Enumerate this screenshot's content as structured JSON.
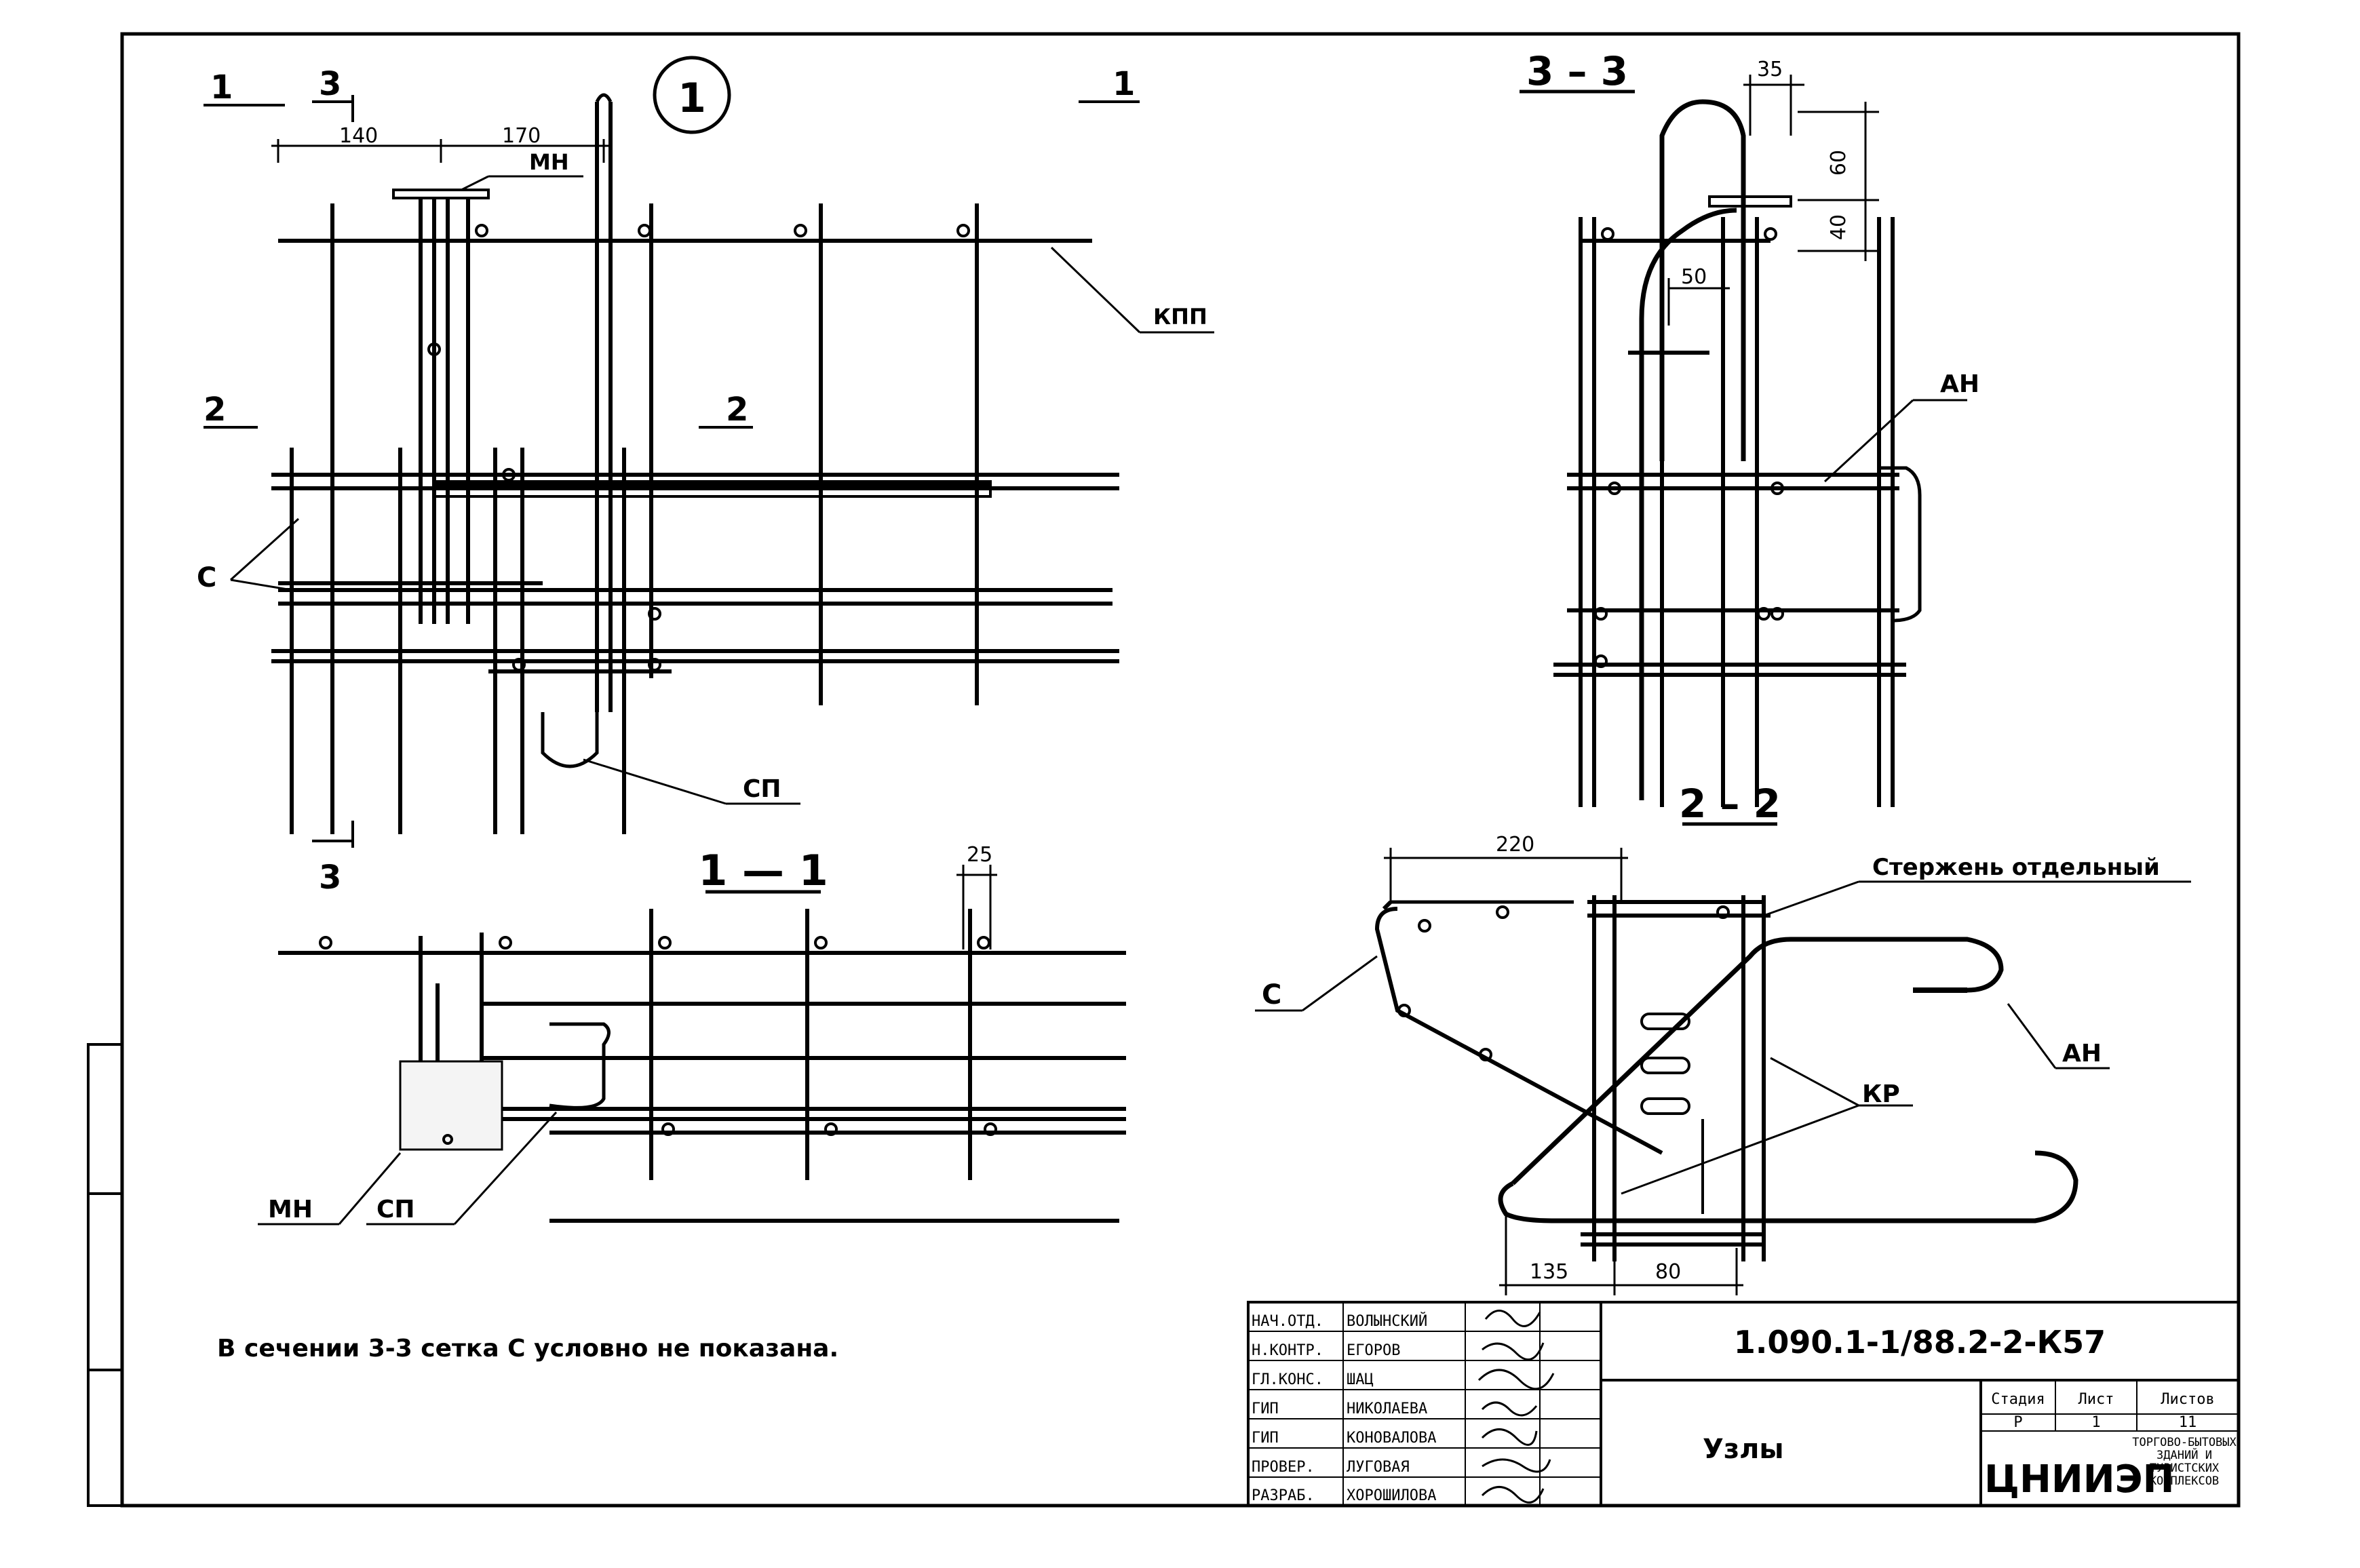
{
  "node_number": "1",
  "sections": {
    "cut_1_left": "1",
    "cut_1_right": "1",
    "cut_3_top": "3",
    "cut_3_bottom": "3",
    "cut_2_left": "2",
    "cut_2_right": "2",
    "title_1_1": "1 — 1",
    "title_3_3": "3 – 3",
    "title_2_2": "2 – 2"
  },
  "dimensions": {
    "d140": "140",
    "d170": "170",
    "d25": "25",
    "d35": "35",
    "d60": "60",
    "d40": "40",
    "d50": "50",
    "d220": "220",
    "d135": "135",
    "d80": "80"
  },
  "labels": {
    "mn_top": "МН",
    "kpp": "КПП",
    "c_left": "С",
    "sp_top": "СП",
    "mn_bottom": "МН",
    "sp_bottom": "СП",
    "an_33": "АН",
    "c_22": "С",
    "kr": "КР",
    "an_22": "АН",
    "rod_separate": "Стержень отдельный"
  },
  "note": "В сечении 3-3 сетка С условно не показана.",
  "title_block": {
    "code": "1.090.1-1/88.2-2-К57",
    "sheet_name": "Узлы",
    "signatures": [
      {
        "role": "НАЧ.ОТД.",
        "name": "ВОЛЫНСКИЙ"
      },
      {
        "role": "Н.КОНТР.",
        "name": "ЕГОРОВ"
      },
      {
        "role": "ГЛ.КОНС.",
        "name": "ШАЦ"
      },
      {
        "role": "ГИП",
        "name": "НИКОЛАЕВА"
      },
      {
        "role": "ГИП",
        "name": "КОНОВАЛОВА"
      },
      {
        "role": "ПРОВЕР.",
        "name": "ЛУГОВАЯ"
      },
      {
        "role": "РАЗРАБ.",
        "name": "ХОРОШИЛОВА"
      }
    ],
    "stage_header": "Стадия",
    "sheet_header": "Лист",
    "sheets_header": "Листов",
    "stage_value": "Р",
    "sheet_value": "1",
    "sheets_value": "11",
    "org": "ЦНИИЭП",
    "org_sub": "ТОРГОВО-БЫТОВЫХ ЗДАНИЙ И ТУРИСТСКИХ КОМПЛЕКСОВ"
  }
}
